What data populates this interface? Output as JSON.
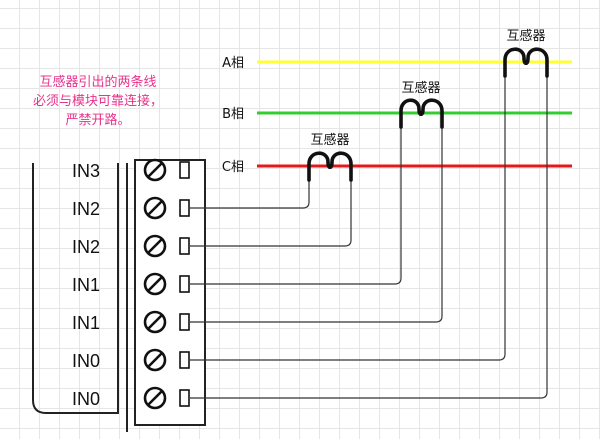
{
  "note": {
    "lines": [
      "互感器引出的两条线",
      "必须与模块可靠连接，",
      "严禁开路。"
    ],
    "color": "#e8338c"
  },
  "phases": [
    {
      "label": "A相",
      "color": "#ffff33"
    },
    {
      "label": "B相",
      "color": "#33cc33"
    },
    {
      "label": "C相",
      "color": "#e51919"
    }
  ],
  "transformers": [
    {
      "label": "互感器",
      "phase": "A相"
    },
    {
      "label": "互感器",
      "phase": "B相"
    },
    {
      "label": "互感器",
      "phase": "C相"
    }
  ],
  "terminals": [
    "IN3",
    "IN2",
    "IN2",
    "IN1",
    "IN1",
    "IN0",
    "IN0"
  ],
  "icons": {
    "terminal_screw": "screw-icon",
    "terminal_slot": "terminal-slot-icon",
    "coil": "transformer-coil-icon"
  }
}
